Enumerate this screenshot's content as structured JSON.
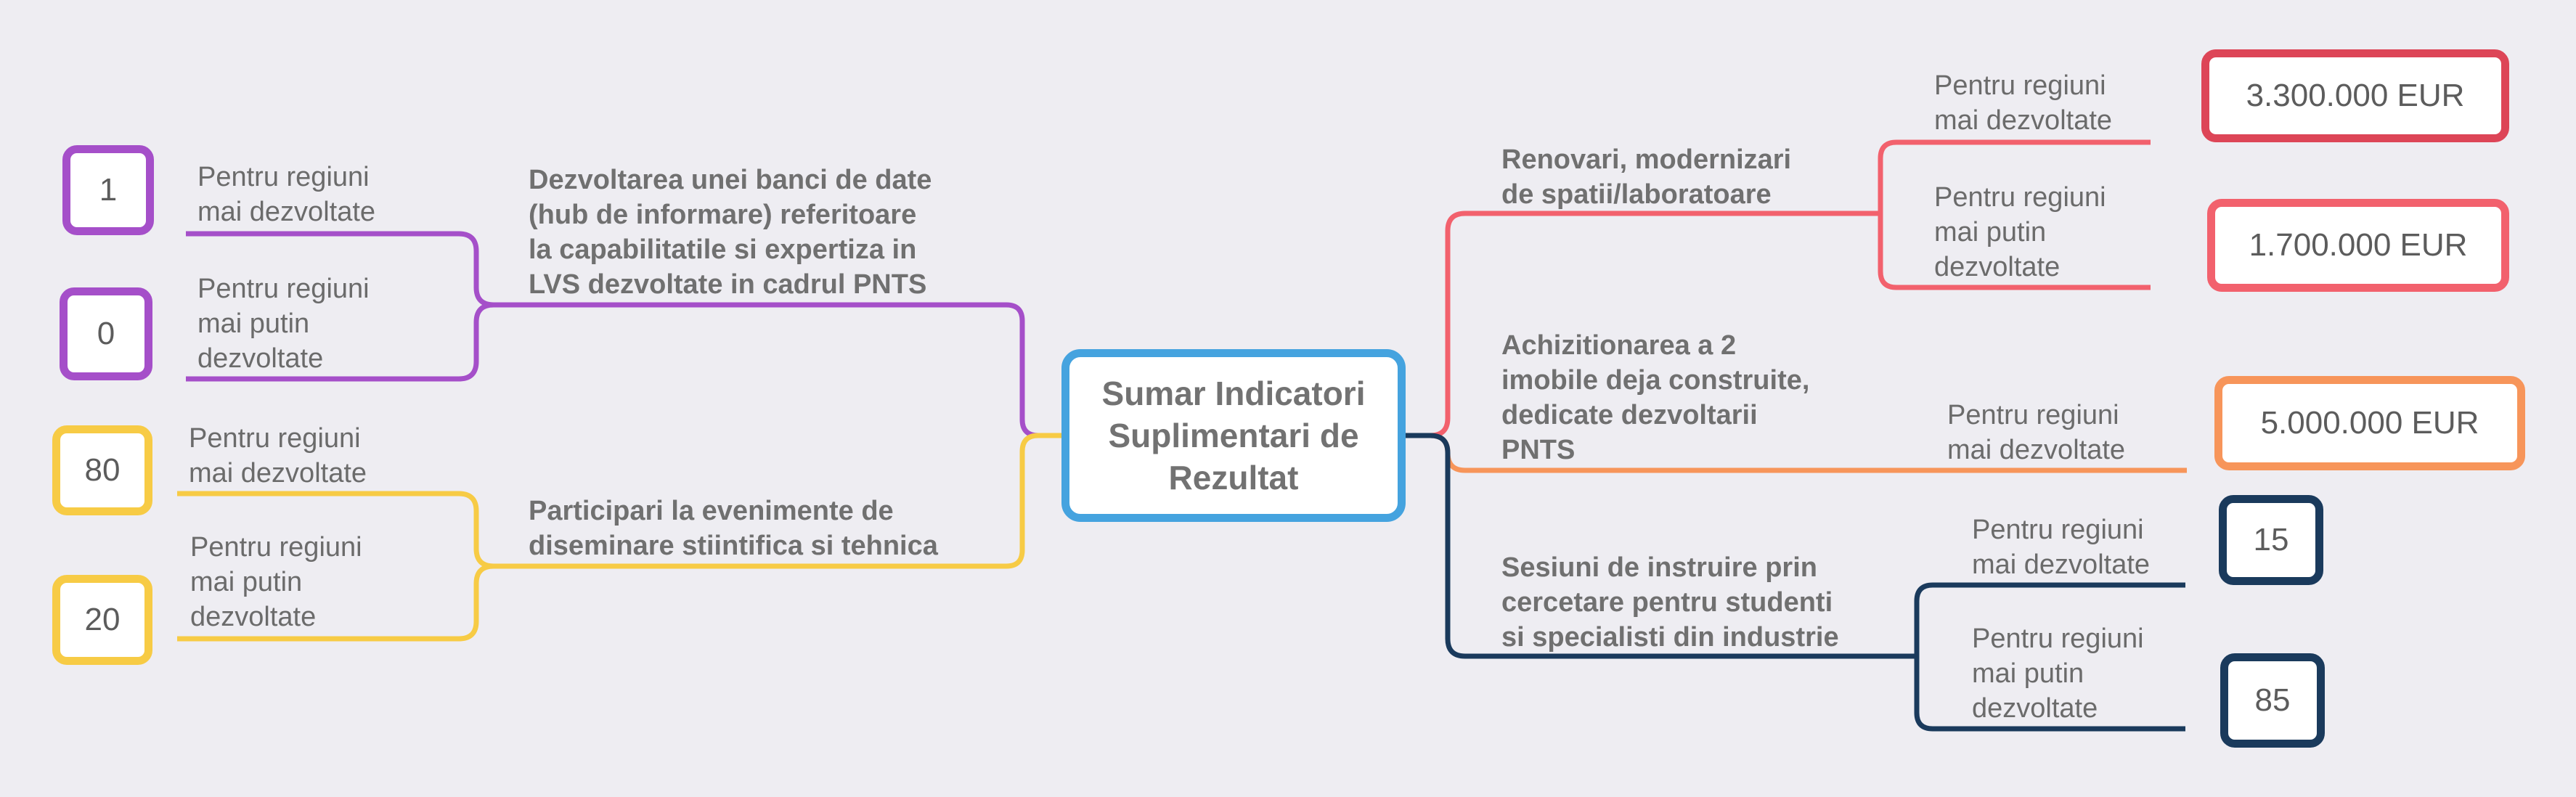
{
  "central": {
    "title": "Sumar Indicatori\nSuplimentari de\nRezultat"
  },
  "left": [
    {
      "title": "Dezvoltarea unei banci de date\n(hub de informare) referitoare\nla capabilitatile si expertiza in\nLVS dezvoltate in cadrul PNTS",
      "color": "#a54fc9",
      "leaves": [
        {
          "label": "Pentru regiuni\nmai dezvoltate",
          "value": "1"
        },
        {
          "label": "Pentru regiuni\nmai putin\ndezvoltate",
          "value": "0"
        }
      ]
    },
    {
      "title": "Participari la evenimente de\ndiseminare stiintifica si tehnica",
      "color": "#f7cb45",
      "leaves": [
        {
          "label": "Pentru regiuni\nmai dezvoltate",
          "value": "80"
        },
        {
          "label": "Pentru regiuni\nmai putin\ndezvoltate",
          "value": "20"
        }
      ]
    }
  ],
  "right": [
    {
      "title": "Renovari, modernizari\nde spatii/laboratoare",
      "color": "#f2616d",
      "leaves": [
        {
          "label": "Pentru regiuni\nmai dezvoltate",
          "value": "3.300.000 EUR"
        },
        {
          "label": "Pentru regiuni\nmai putin\ndezvoltate",
          "value": "1.700.000 EUR"
        }
      ]
    },
    {
      "title": "Achizitionarea a 2\nimobile deja construite,\ndedicate dezvoltarii\nPNTS",
      "color": "#f7955a",
      "leaves": [
        {
          "label": "Pentru regiuni\nmai dezvoltate",
          "value": "5.000.000 EUR"
        }
      ]
    },
    {
      "title": "Sesiuni de instruire prin\ncercetare pentru studenti\nsi specialisti din industrie",
      "color": "#1a3a5c",
      "leaves": [
        {
          "label": "Pentru regiuni\nmai dezvoltate",
          "value": "15"
        },
        {
          "label": "Pentru regiuni\nmai putin\ndezvoltate",
          "value": "85"
        }
      ]
    }
  ],
  "colors": {
    "background": "#eeedf2",
    "central_border": "#45a3df",
    "renovari_value_border": "#dd4557"
  }
}
